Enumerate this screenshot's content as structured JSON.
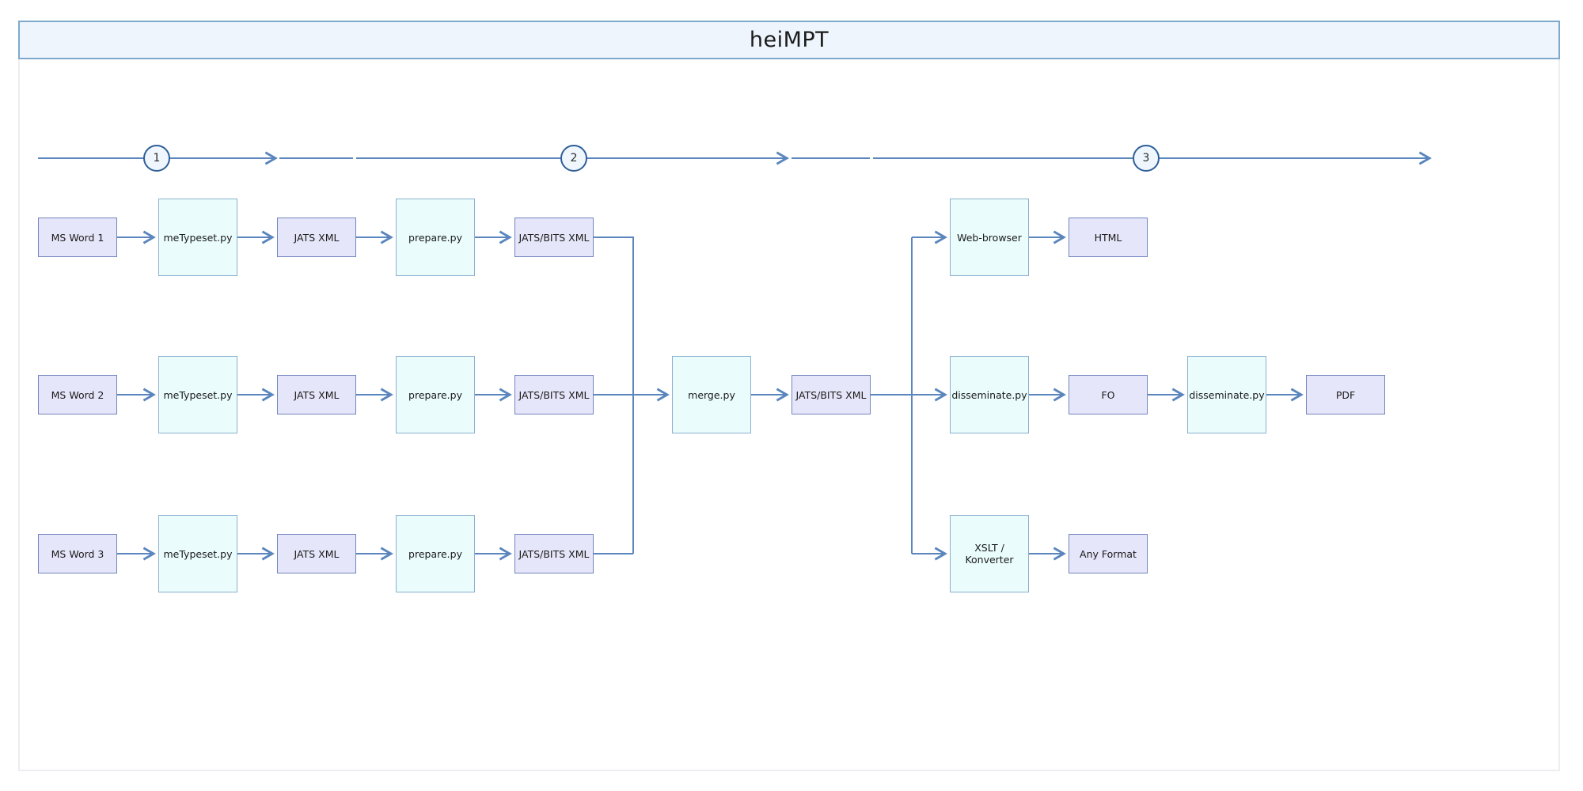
{
  "title": "heiMPT",
  "phases": [
    "1",
    "2",
    "3"
  ],
  "nodes": {
    "msword1": "MS Word 1",
    "metypeset1": "meTypeset.py",
    "jatsxml1": "JATS XML",
    "prepare1": "prepare.py",
    "jatsbits1": "JATS/BITS XML",
    "msword2": "MS Word 2",
    "metypeset2": "meTypeset.py",
    "jatsxml2": "JATS XML",
    "prepare2": "prepare.py",
    "jatsbits2": "JATS/BITS XML",
    "msword3": "MS Word 3",
    "metypeset3": "meTypeset.py",
    "jatsxml3": "JATS XML",
    "prepare3": "prepare.py",
    "jatsbits3": "JATS/BITS XML",
    "merge": "merge.py",
    "jatsbits_merged": "JATS/BITS XML",
    "webbrowser": "Web-browser",
    "html": "HTML",
    "disseminate_fo": "disseminate.py",
    "fo": "FO",
    "disseminate_pdf": "disseminate.py",
    "pdf": "PDF",
    "xslt": "XSLT / Konverter",
    "anyformat": "Any Format"
  },
  "colors": {
    "artifact_fill": "#e6e6fa",
    "artifact_border": "#7386bf",
    "process_fill": "#eafcfc",
    "process_border": "#8cb0cf",
    "edge": "#5a85bd",
    "title_fill": "#eef5fc",
    "title_border": "#7fa8cd",
    "phase_circle_fill": "#eff6fd",
    "phase_circle_border": "#2e5f97"
  }
}
